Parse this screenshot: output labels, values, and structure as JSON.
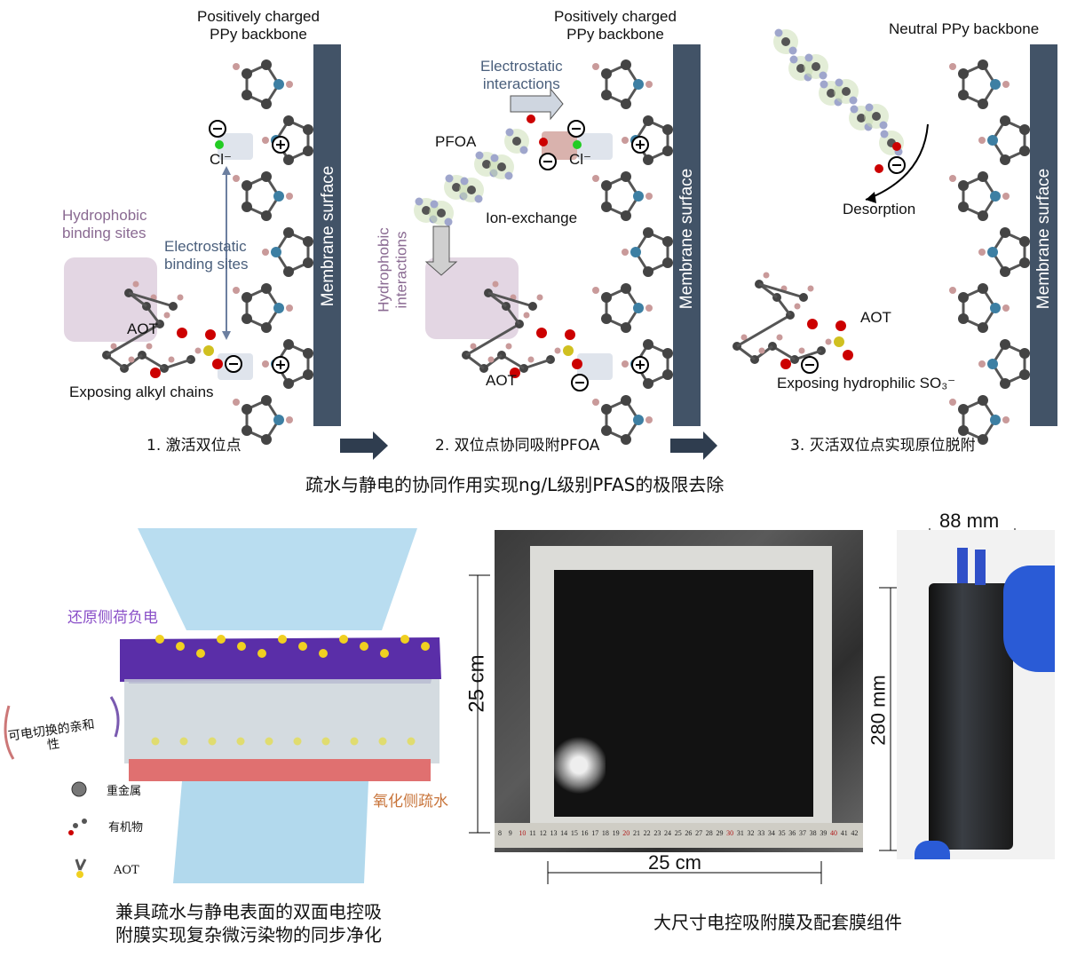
{
  "panel1": {
    "backbone_label": "Positively charged\nPPy backbone",
    "membrane": "Membrane surface",
    "hydrophobic": "Hydrophobic\nbinding sites",
    "electrostatic": "Electrostatic\nbinding sites",
    "aot": "AOT",
    "cl": "Cl⁻",
    "exposing": "Exposing alkyl chains",
    "step": "1. 激活双位点"
  },
  "panel2": {
    "backbone_label": "Positively charged\nPPy backbone",
    "membrane": "Membrane surface",
    "electrostatic_interactions": "Electrostatic\ninteractions",
    "pfoa": "PFOA",
    "cl": "Cl⁻",
    "ion_exchange": "Ion-exchange",
    "hydrophobic_interactions": "Hydrophobic\ninteractions",
    "aot": "AOT",
    "step": "2. 双位点协同吸附PFOA"
  },
  "panel3": {
    "backbone_label": "Neutral PPy backbone",
    "membrane": "Membrane surface",
    "desorption": "Desorption",
    "aot": "AOT",
    "exposing": "Exposing hydrophilic SO₃⁻",
    "step": "3. 灭活双位点实现原位脱附"
  },
  "main_caption": "疏水与静电的协同作用实现ng/L级别PFAS的极限去除",
  "bottom_left": {
    "reduction_side": "还原侧荷负电",
    "switchable": "可电切换的亲和\n性",
    "oxidation_side": "氧化侧疏水",
    "legend": [
      {
        "label": "重金属",
        "icon": "heavy-metal-sphere"
      },
      {
        "label": "有机物",
        "icon": "organic-molecule"
      },
      {
        "label": "AOT",
        "icon": "aot-molecule"
      }
    ],
    "caption": "兼具疏水与静电表面的双面电控吸\n附膜实现复杂微污染物的同步净化"
  },
  "bottom_middle": {
    "height_label": "25 cm",
    "width_label": "25 cm",
    "ruler_ticks": [
      "8",
      "9",
      "10",
      "11",
      "12",
      "13",
      "14",
      "15",
      "16",
      "17",
      "18",
      "19",
      "20",
      "21",
      "22",
      "23",
      "24",
      "25",
      "26",
      "27",
      "28",
      "29",
      "30",
      "31",
      "32",
      "33",
      "34",
      "35",
      "36",
      "37",
      "38",
      "39",
      "40",
      "41",
      "42"
    ],
    "caption": "大尺寸电控吸附膜及配套膜组件"
  },
  "bottom_right": {
    "width_label": "88 mm",
    "height_label": "280 mm"
  },
  "colors": {
    "membrane": "#425367",
    "arrow": "#2f3d4f",
    "purple_text": "#8a6a92",
    "reduction": "#8a4fc8",
    "oxidation": "#c8743a"
  }
}
